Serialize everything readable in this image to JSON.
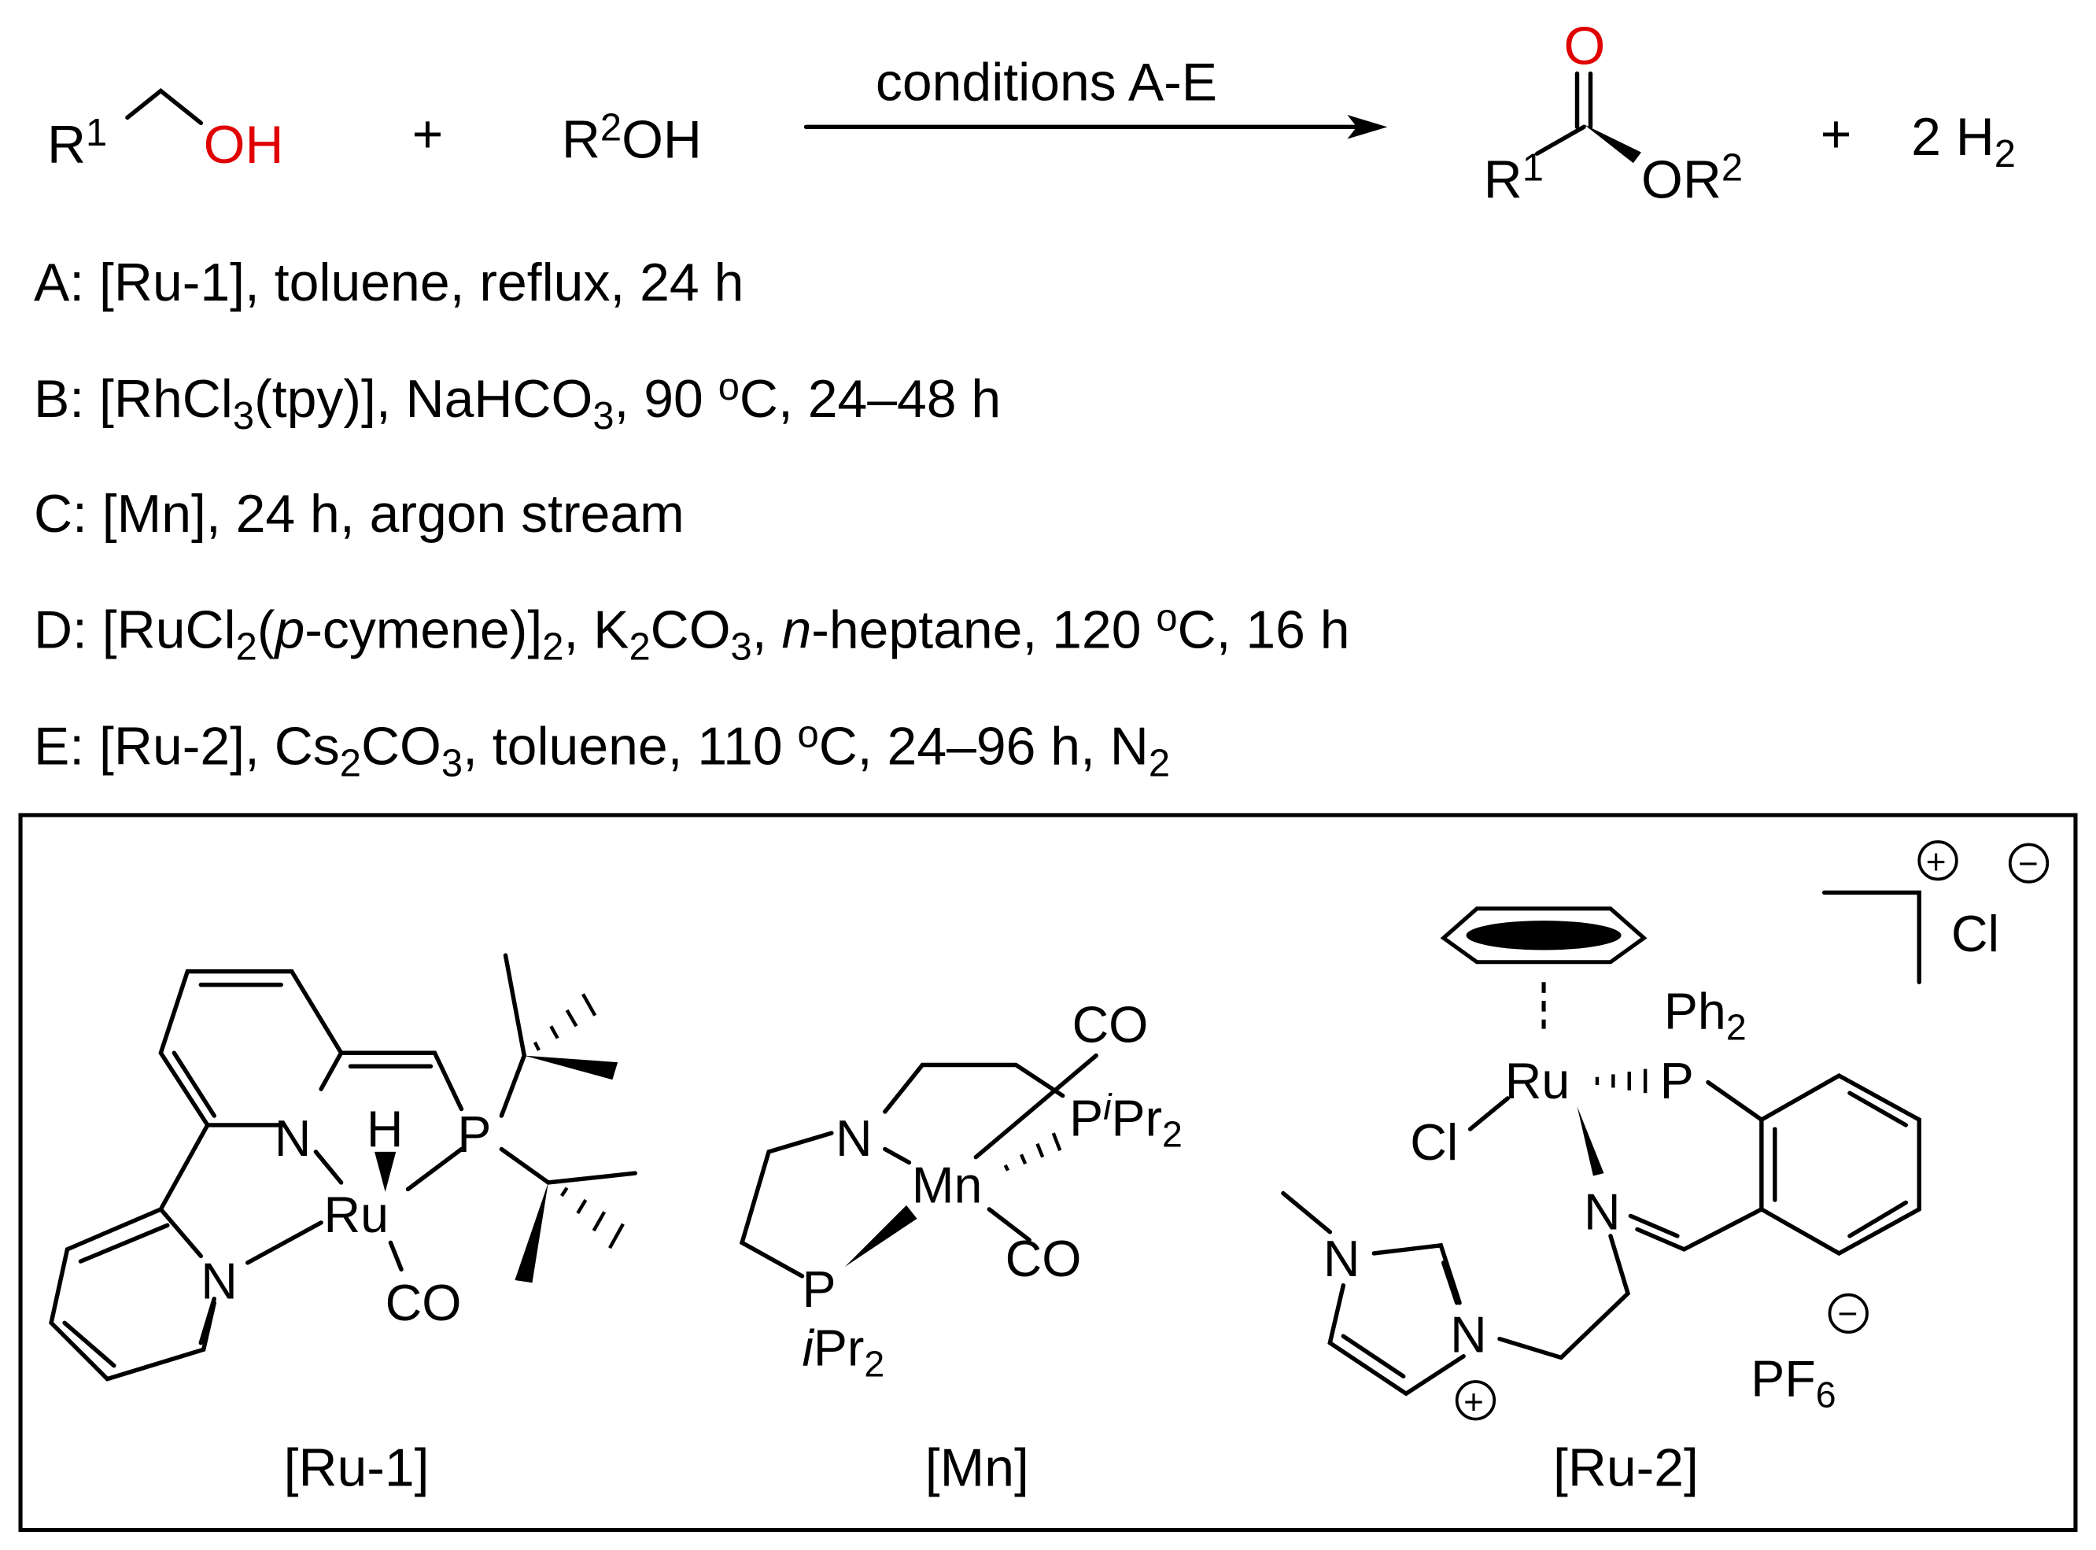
{
  "reaction": {
    "reactant1_r": [
      {
        "t": "R"
      },
      {
        "t": "1",
        "s": "sup"
      }
    ],
    "reactant1_oh": [
      {
        "t": "OH",
        "c": "red"
      }
    ],
    "plus1": [
      {
        "t": "+"
      }
    ],
    "reactant2": [
      {
        "t": "R"
      },
      {
        "t": "2",
        "s": "sup"
      },
      {
        "t": "OH"
      }
    ],
    "arrow_label": [
      {
        "t": "conditions A-E"
      }
    ],
    "product_o": [
      {
        "t": "O",
        "c": "red"
      }
    ],
    "product_r": [
      {
        "t": "R"
      },
      {
        "t": "1",
        "s": "sup"
      }
    ],
    "product_or": [
      {
        "t": "OR"
      },
      {
        "t": "2",
        "s": "sup"
      }
    ],
    "plus2": [
      {
        "t": "+"
      }
    ],
    "byproduct": [
      {
        "t": "2 H"
      },
      {
        "t": "2",
        "s": "sub"
      }
    ]
  },
  "conditions": [
    [
      {
        "t": "A: [Ru-1], toluene, reflux, 24 h"
      }
    ],
    [
      {
        "t": "B: [RhCl"
      },
      {
        "t": "3",
        "s": "sub"
      },
      {
        "t": "(tpy)], NaHCO"
      },
      {
        "t": "3",
        "s": "sub"
      },
      {
        "t": ", 90 "
      },
      {
        "t": "o",
        "s": "sup"
      },
      {
        "t": "C, 24–48 h"
      }
    ],
    [
      {
        "t": "C: [Mn], 24 h, argon stream"
      }
    ],
    [
      {
        "t": "D: [RuCl"
      },
      {
        "t": "2",
        "s": "sub"
      },
      {
        "t": "("
      },
      {
        "t": "p",
        "s": "it"
      },
      {
        "t": "-cymene)]"
      },
      {
        "t": "2",
        "s": "sub"
      },
      {
        "t": ", K"
      },
      {
        "t": "2",
        "s": "sub"
      },
      {
        "t": "CO"
      },
      {
        "t": "3",
        "s": "sub"
      },
      {
        "t": ", "
      },
      {
        "t": "n",
        "s": "it"
      },
      {
        "t": "-heptane, 120 "
      },
      {
        "t": "o",
        "s": "sup"
      },
      {
        "t": "C, 16 h"
      }
    ],
    [
      {
        "t": "E: [Ru-2], Cs"
      },
      {
        "t": "2",
        "s": "sub"
      },
      {
        "t": "CO"
      },
      {
        "t": "3",
        "s": "sub"
      },
      {
        "t": ", toluene, 110 "
      },
      {
        "t": "o",
        "s": "sup"
      },
      {
        "t": "C, 24–96 h, N"
      },
      {
        "t": "2",
        "s": "sub"
      }
    ]
  ],
  "catalysts": {
    "ru1": {
      "name": [
        {
          "t": "[Ru-1]"
        }
      ],
      "n1": [
        {
          "t": "N"
        }
      ],
      "n2": [
        {
          "t": "N"
        }
      ],
      "h": [
        {
          "t": "H"
        }
      ],
      "ru": [
        {
          "t": "Ru"
        }
      ],
      "p": [
        {
          "t": "P"
        }
      ],
      "co": [
        {
          "t": "CO"
        }
      ]
    },
    "mn": {
      "name": [
        {
          "t": "[Mn]"
        }
      ],
      "n": [
        {
          "t": "N"
        }
      ],
      "mn": [
        {
          "t": "Mn"
        }
      ],
      "p1": [
        {
          "t": "P"
        }
      ],
      "ipr1": [
        {
          "t": "i",
          "s": "it"
        },
        {
          "t": "Pr"
        },
        {
          "t": "2",
          "s": "sub"
        }
      ],
      "p2": [
        {
          "t": "P"
        },
        {
          "t": "i",
          "s": "supit"
        },
        {
          "t": "Pr"
        },
        {
          "t": "2",
          "s": "sub"
        }
      ],
      "co1": [
        {
          "t": "CO"
        }
      ],
      "co2": [
        {
          "t": "CO"
        }
      ]
    },
    "ru2": {
      "name": [
        {
          "t": "[Ru-2]"
        }
      ],
      "ru": [
        {
          "t": "Ru"
        }
      ],
      "cl": [
        {
          "t": "Cl"
        }
      ],
      "p": [
        {
          "t": "P"
        }
      ],
      "ph2": [
        {
          "t": "Ph"
        },
        {
          "t": "2",
          "s": "sub"
        }
      ],
      "n_imine": [
        {
          "t": "N"
        }
      ],
      "n1": [
        {
          "t": "N"
        }
      ],
      "n2": [
        {
          "t": "N"
        }
      ],
      "plus_charge": [
        {
          "t": "+"
        }
      ],
      "minus_charge": [
        {
          "t": "−"
        }
      ],
      "counter_cl": [
        {
          "t": "Cl"
        }
      ],
      "imid_plus": [
        {
          "t": "+"
        }
      ],
      "pf6_minus": [
        {
          "t": "−"
        }
      ],
      "pf6": [
        {
          "t": "PF"
        },
        {
          "t": "6",
          "s": "sub"
        }
      ]
    }
  }
}
